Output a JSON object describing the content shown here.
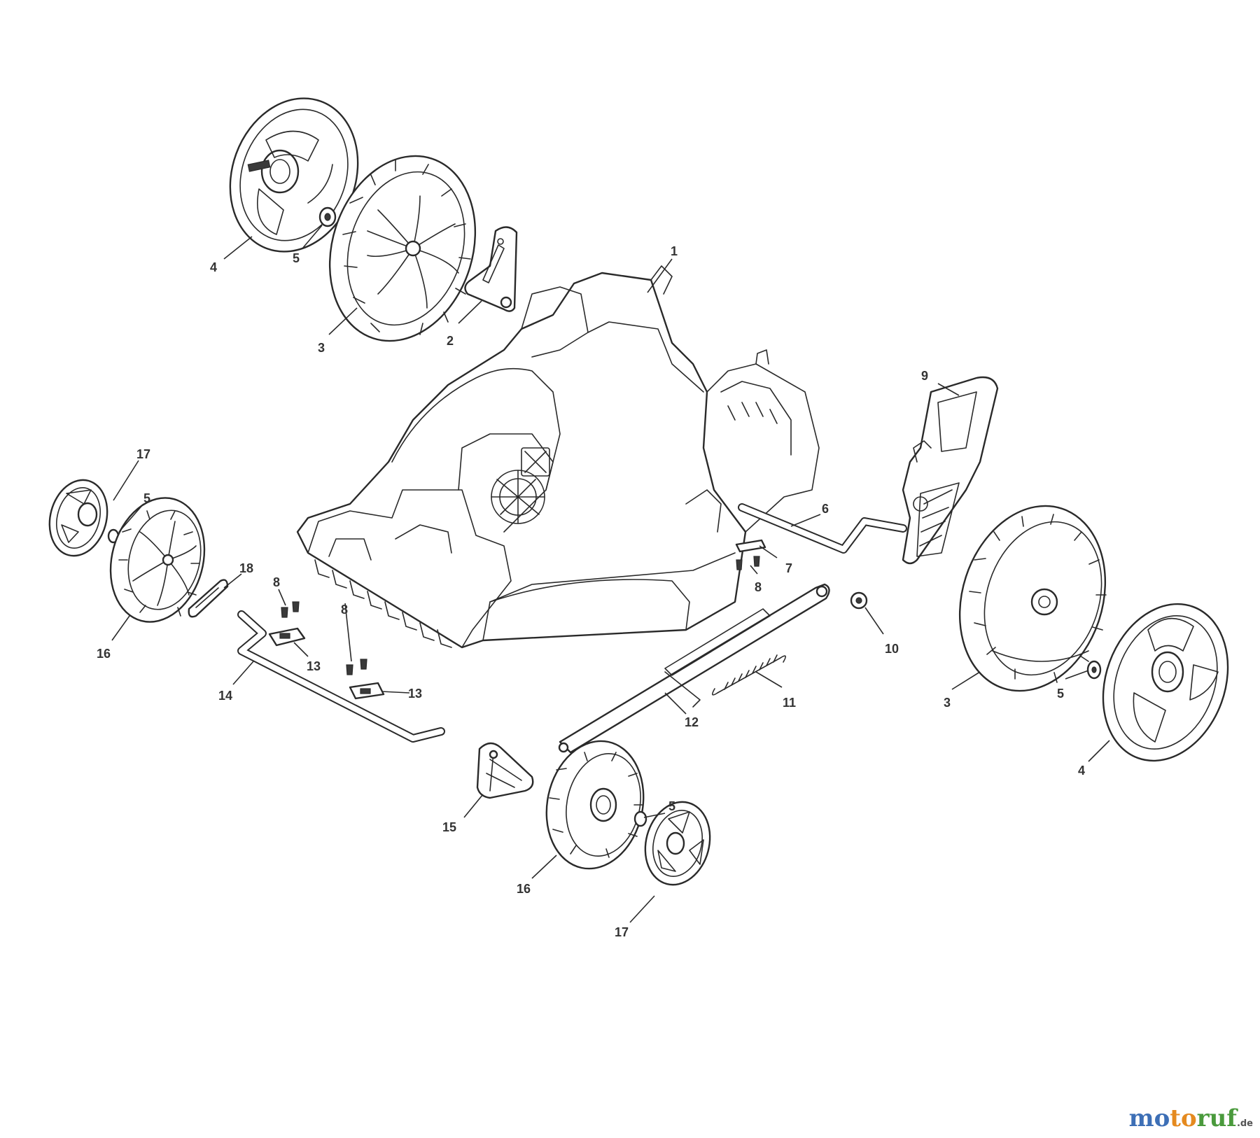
{
  "diagram": {
    "callouts": [
      "1",
      "2",
      "3",
      "4",
      "5",
      "6",
      "7",
      "8",
      "9",
      "10",
      "11",
      "12",
      "13",
      "14",
      "15",
      "16",
      "17",
      "18"
    ],
    "callout_instances": {
      "c1": "1",
      "c2": "2",
      "c3a": "3",
      "c3b": "3",
      "c4a": "4",
      "c4b": "4",
      "c5a": "5",
      "c5b": "5",
      "c5c": "5",
      "c5d": "5",
      "c6": "6",
      "c7": "7",
      "c8a": "8",
      "c8b": "8",
      "c8c": "8",
      "c9": "9",
      "c10": "10",
      "c11": "11",
      "c12": "12",
      "c13a": "13",
      "c13b": "13",
      "c14": "14",
      "c15": "15",
      "c16a": "16",
      "c16b": "16",
      "c17a": "17",
      "c17b": "17",
      "c18": "18"
    }
  },
  "brand": {
    "part1": "mo",
    "part2": "to",
    "part3": "ruf",
    "tld": ".de",
    "colors": {
      "blue": "#3d6fb6",
      "orange": "#e58a1f",
      "green": "#4a9a3c"
    }
  }
}
